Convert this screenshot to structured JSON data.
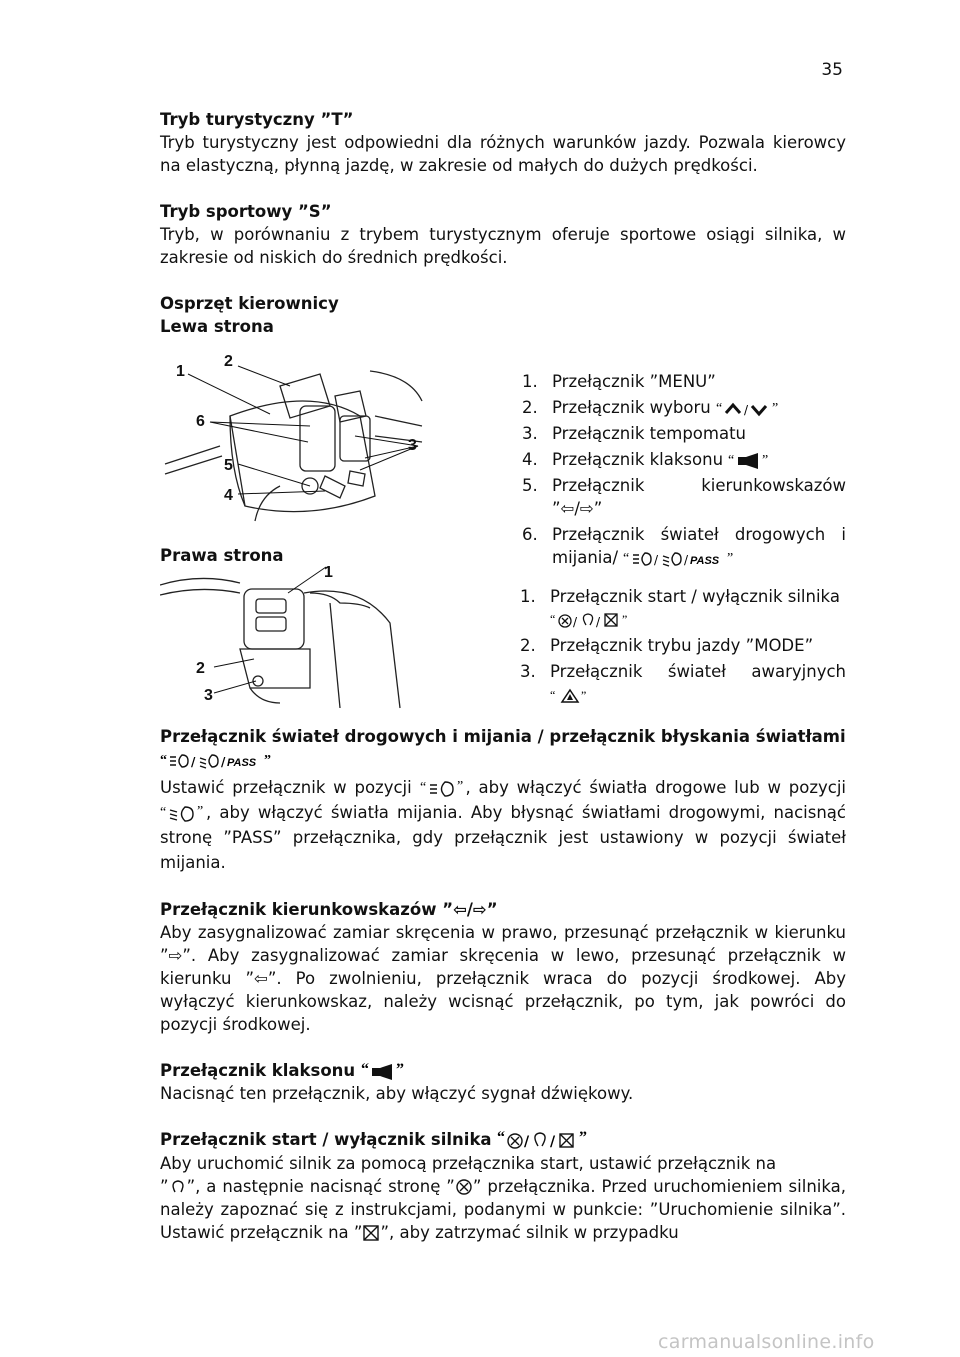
{
  "page_number": "35",
  "touring": {
    "heading": "Tryb turystyczny ”T”",
    "body": "Tryb turystyczny jest odpowiedni dla różnych warunków jazdy. Pozwala kierowcy na elastyczną, płynną jazdę, w zakresie od małych do dużych prędkości."
  },
  "sport": {
    "heading": "Tryb sportowy ”S”",
    "body": "Tryb, w porównaniu z trybem turystycznym oferuje sportowe osiągi silnika, w zakresie od niskich do średnich prędkości."
  },
  "handlebar": {
    "heading": "Osprzęt kierownicy",
    "left_heading": "Lewa strona",
    "right_heading": "Prawa strona"
  },
  "left_figure_labels": [
    "1",
    "2",
    "3",
    "4",
    "5",
    "6"
  ],
  "left_list": [
    {
      "num": "1.",
      "text": "Przełącznik ”MENU”"
    },
    {
      "num": "2.",
      "text": "Przełącznik wyboru"
    },
    {
      "num": "3.",
      "text": "Przełącznik tempomatu"
    },
    {
      "num": "4.",
      "text": "Przełącznik klaksonu"
    },
    {
      "num": "5.",
      "text": "Przełącznik kierunkowskazów",
      "line2": "”⇦/⇨”"
    },
    {
      "num": "6.",
      "text": "Przełącznik świateł drogowych i",
      "line2": "mijania/"
    }
  ],
  "right_figure_labels": [
    "1",
    "2",
    "3"
  ],
  "right_list": [
    {
      "num": "1.",
      "text": "Przełącznik start / wyłącznik silnika"
    },
    {
      "num": "2.",
      "text": "Przełącznik trybu jazdy ”MODE”"
    },
    {
      "num": "3.",
      "text": "Przełącznik świateł awaryjnych"
    }
  ],
  "icon_text": {
    "pass": "PASS"
  },
  "dimmer": {
    "heading": "Przełącznik świateł drogowych i mijania / przełącznik błyskania światłami",
    "p1": "Ustawić przełącznik w pozycji",
    "p2": ", aby włączyć światła drogowe lub w pozycji",
    "p3": ", aby włączyć światła mijania. Aby błysnąć światłami drogowymi, nacisnąć stronę ”PASS” przełącznika, gdy przełącznik jest ustawiony w pozycji świateł mijania."
  },
  "turn": {
    "heading": "Przełącznik kierunkowskazów ”⇦/⇨”",
    "body": "Aby zasygnalizować zamiar skręcenia w prawo, przesunąć przełącznik w kierunku ”⇨”. Aby zasygnalizować zamiar skręcenia w lewo, przesunąć przełącznik w kierunku ”⇦”. Po zwolnieniu, przełącznik wraca do pozycji środkowej. Aby wyłączyć kierunkowskaz, należy wcisnąć przełącznik, po tym, jak powróci do pozycji środkowej."
  },
  "horn": {
    "heading": "Przełącznik klaksonu",
    "body": "Nacisnąć ten przełącznik, aby włączyć sygnał dźwiękowy."
  },
  "start": {
    "heading": "Przełącznik start / wyłącznik silnika",
    "line1": "Aby uruchomić silnik za pomocą przełącznika start, ustawić przełącznik na",
    "p_a": "”",
    "p_b": "”, a następnie nacisnąć stronę ”",
    "p_c": "” przełącznika. Przed uruchomieniem silnika, należy zapoznać się z instrukcjami, podanymi w punkcie: ”Uruchomienie silnika”. Ustawić przełącznik na ”",
    "p_d": "”, aby zatrzymać silnik w przypadku"
  },
  "watermark": "carmanualsonline.info"
}
